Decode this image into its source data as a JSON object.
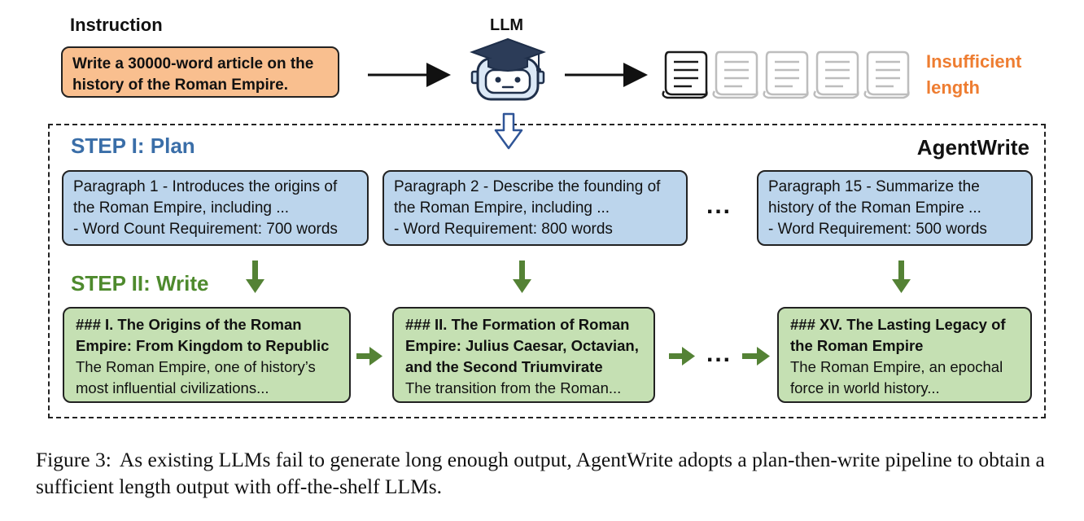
{
  "instruction": {
    "title": "Instruction",
    "text": "Write a 30000-word article on the history of the Roman Empire."
  },
  "llm_label": "LLM",
  "insufficient": [
    "Insufficient",
    "length"
  ],
  "agentwrite_label": "AgentWrite",
  "step1_label": "STEP I: Plan",
  "step2_label": "STEP II: Write",
  "plans": [
    {
      "line1": "Paragraph 1 - Introduces the origins of",
      "line2": "the Roman Empire, including ...",
      "line3": "- Word Count Requirement: 700 words"
    },
    {
      "line1": "Paragraph 2 - Describe the founding of",
      "line2": "the Roman Empire, including ...",
      "line3": "- Word Requirement: 800 words"
    },
    {
      "line1": "Paragraph 15 - Summarize the",
      "line2": "history of the Roman Empire ...",
      "line3": "- Word Requirement: 500 words"
    }
  ],
  "writes": [
    {
      "heading": "### I. The Origins of the Roman Empire: From Kingdom to Republic",
      "body": "The Roman Empire, one of history’s most influential civilizations..."
    },
    {
      "heading": "### II. The Formation of Roman Empire: Julius Caesar, Octavian, and the Second Triumvirate",
      "body": "The transition from the Roman..."
    },
    {
      "heading": "### XV. The Lasting Legacy of the Roman Empire",
      "body": "The Roman Empire, an epochal force in world history..."
    }
  ],
  "ellipsis": "...",
  "caption": {
    "label": "Figure 3:",
    "text": "As existing LLMs fail to generate long enough output, AgentWrite adopts a plan-then-write pipeline to obtain a sufficient length output with off-the-shelf LLMs."
  },
  "colors": {
    "instruction_fill": "#f9bf8f",
    "plan_fill": "#bcd5ec",
    "write_fill": "#c5e0b3",
    "plan_text": "#3a6ea8",
    "write_text": "#4e8a2d",
    "insufficient_text": "#ee7d31",
    "green_arrow": "#548235",
    "blue_arrow": "#2f5597"
  }
}
